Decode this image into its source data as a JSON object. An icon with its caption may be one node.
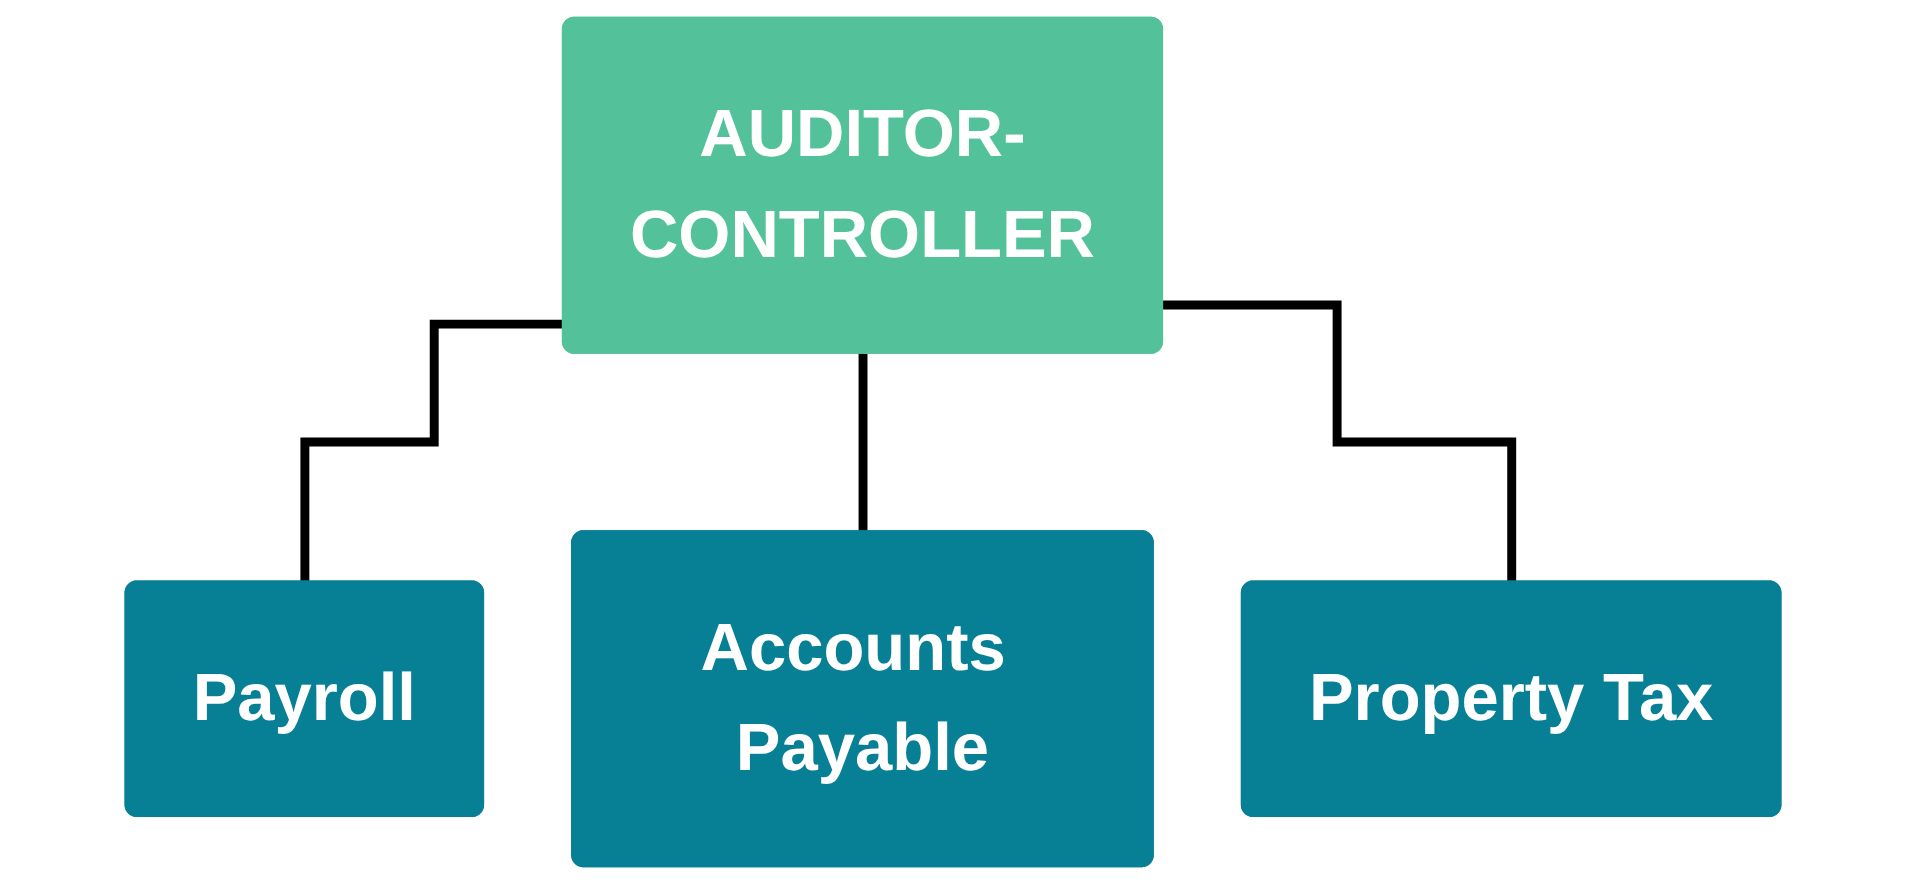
{
  "diagram": {
    "nodes": [
      {
        "text": [
          "AUDITOR-CONTROLLER"
        ]
      },
      {
        "text": [
          "Payroll"
        ]
      },
      {
        "text": [
          "Accounts Payable"
        ]
      },
      {
        "text": [
          "Property Tax"
        ]
      }
    ],
    "edges": [
      {
        "from": 0,
        "to": 1,
        "arrow": "none"
      },
      {
        "from": 0,
        "to": 2,
        "arrow": "none"
      },
      {
        "from": 0,
        "to": 3,
        "arrow": "none"
      }
    ]
  }
}
